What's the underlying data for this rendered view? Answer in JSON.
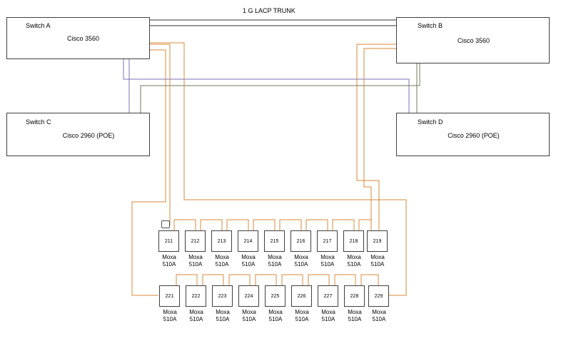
{
  "trunk_label": "1 G LACP TRUNK",
  "switches": [
    {
      "name": "Switch A",
      "model": "Cisco 3560"
    },
    {
      "name": "Switch B",
      "model": "Cisco 3560"
    },
    {
      "name": "Switch C",
      "model": "Cisco 2960 (POE)"
    },
    {
      "name": "Switch D",
      "model": "Cisco 2960 (POE)"
    }
  ],
  "ring1": [
    "211",
    "212",
    "213",
    "214",
    "215",
    "216",
    "217",
    "218",
    "219"
  ],
  "ring2": [
    "221",
    "222",
    "223",
    "224",
    "225",
    "226",
    "227",
    "228",
    "229"
  ],
  "device_model_line1": "Moxa",
  "device_model_line2": "510A",
  "colors": {
    "box_border": "#404040",
    "trunk_line": "#333333",
    "purple_link": "#7a72b8",
    "green_link": "#6b7b5a",
    "orange_link": "#d9883a"
  }
}
